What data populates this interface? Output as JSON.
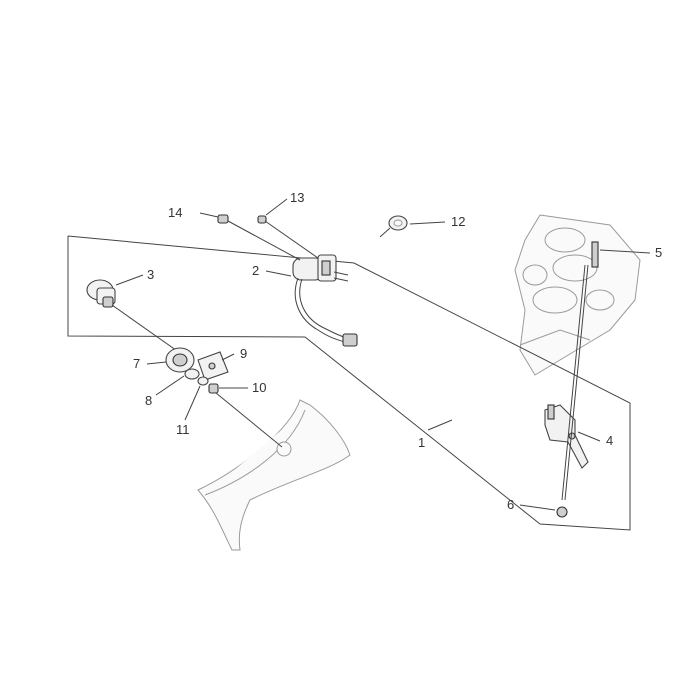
{
  "diagram": {
    "callouts": [
      {
        "id": "c1",
        "text": "1"
      },
      {
        "id": "c2",
        "text": "2"
      },
      {
        "id": "c3",
        "text": "3"
      },
      {
        "id": "c4",
        "text": "4"
      },
      {
        "id": "c5",
        "text": "5"
      },
      {
        "id": "c6",
        "text": "6"
      },
      {
        "id": "c7",
        "text": "7"
      },
      {
        "id": "c8",
        "text": "8"
      },
      {
        "id": "c9",
        "text": "9"
      },
      {
        "id": "c10",
        "text": "10"
      },
      {
        "id": "c11",
        "text": "11"
      },
      {
        "id": "c12",
        "text": "12"
      },
      {
        "id": "c13",
        "text": "13"
      },
      {
        "id": "c14",
        "text": "14"
      }
    ]
  }
}
